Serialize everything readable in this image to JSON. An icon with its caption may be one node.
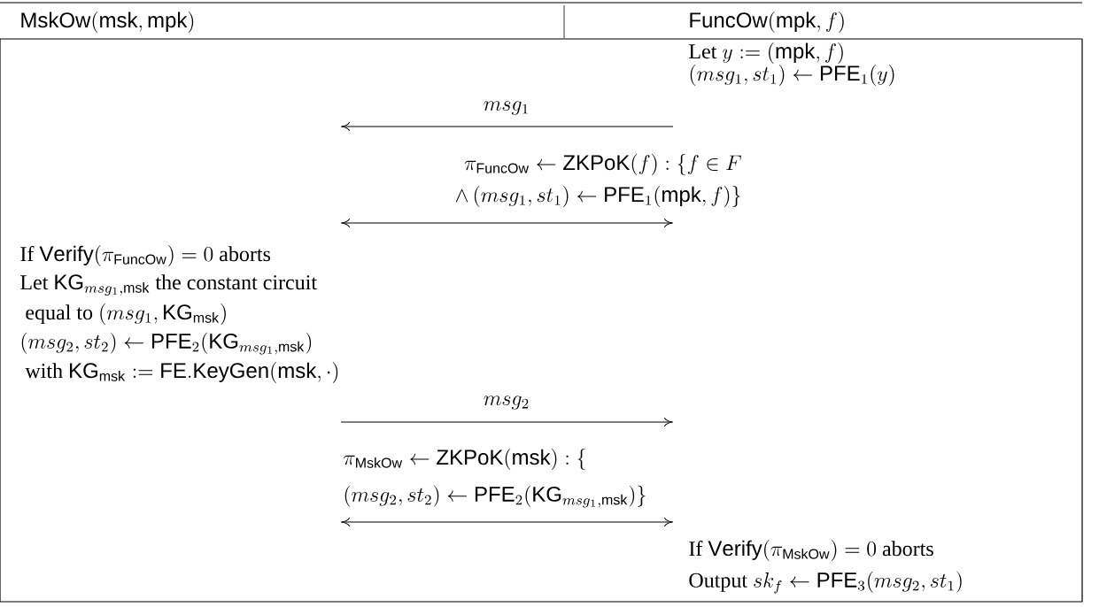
{
  "diagram": {
    "labels": [
      "\\mathsf{MskOw}(\\mathsf{msk}, \\mathsf{mpk})",
      "\\mathsf{FuncOw}(\\mathsf{mpk}, f)",
      "\\mbox{Let } y := (\\mathsf{mpk}, f)",
      "(msg_1, st_1) \\leftarrow \\mathsf{PFE}_1(y)",
      "msg_1",
      "\\pi_{\\mathsf{FuncOw}} \\leftarrow \\mathsf{ZKPoK}(f) : \\{f \\in F",
      "\\wedge\\, (msg_1, st_1) \\leftarrow \\mathsf{PFE}_1(\\mathsf{mpk}, f)\\}",
      "\\mbox{If } \\mathsf{Verify}(\\pi_{\\mathsf{FuncOw}}) = 0 \\mbox{ aborts}",
      "\\mbox{Let } \\mathsf{KG}_{msg_1,\\mathsf{msk}} \\mbox{ the constant circuit}",
      "\\mbox{equal to } (msg_1, \\mathsf{KG}_{\\mathsf{msk}})",
      "(msg_2, st_2) \\leftarrow \\mathsf{PFE}_2(\\mathsf{KG}_{msg_1,\\mathsf{msk}})",
      "\\mbox{with } \\mathsf{KG}_{\\mathsf{msk}} := \\mathsf{FE.KeyGen}(\\mathsf{msk}, \\cdot)",
      "msg_2",
      "\\pi_{\\mathsf{MskOw}} \\leftarrow \\mathsf{ZKPoK}(\\mathsf{msk}) : \\{",
      "(msg_2, st_2) \\leftarrow \\mathsf{PFE}_2(\\mathsf{KG}_{msg_1,\\mathsf{msk}})\\}",
      "\\mbox{If } \\mathsf{Verify}(\\pi_{\\mathsf{MskOw}}) = 0 \\mbox{ aborts}",
      "\\mbox{Output } sk_f \\leftarrow \\mathsf{PFE}_3(msg_2, st_1)"
    ]
  }
}
